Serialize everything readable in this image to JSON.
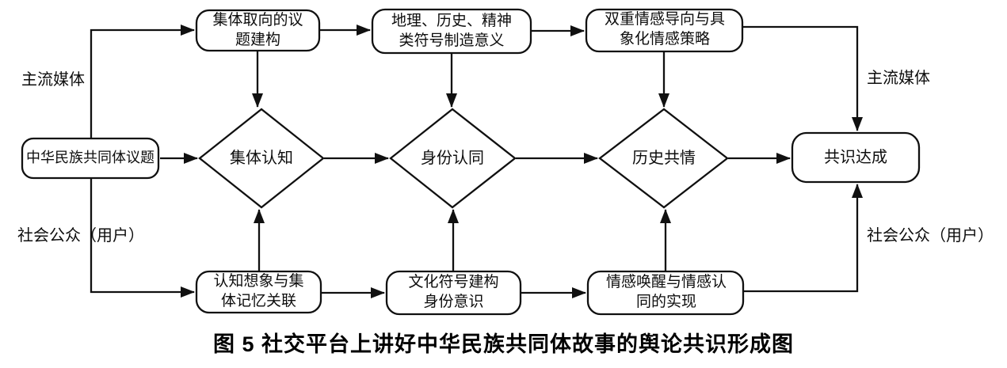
{
  "figure": {
    "caption": "图 5  社交平台上讲好中华民族共同体故事的舆论共识形成图"
  },
  "flowchart": {
    "source": {
      "label": "中华民族共同体议题"
    },
    "result": {
      "label": "共识达成"
    },
    "actors": {
      "top_left": "主流媒体",
      "top_right": "主流媒体",
      "bottom_left": "社会公众（用户）",
      "bottom_right": "社会公众（用户）"
    },
    "media_path": [
      "集体取向的议题建构",
      "地理、历史、精神类符号制造意义",
      "双重情感导向与具象化情感策略"
    ],
    "public_path": [
      "认知想象与集体记忆关联",
      "文化符号建构身份意识",
      "情感唤醒与情感认同的实现"
    ],
    "consensus_stages": [
      "集体认知",
      "身份认同",
      "历史共情"
    ]
  }
}
